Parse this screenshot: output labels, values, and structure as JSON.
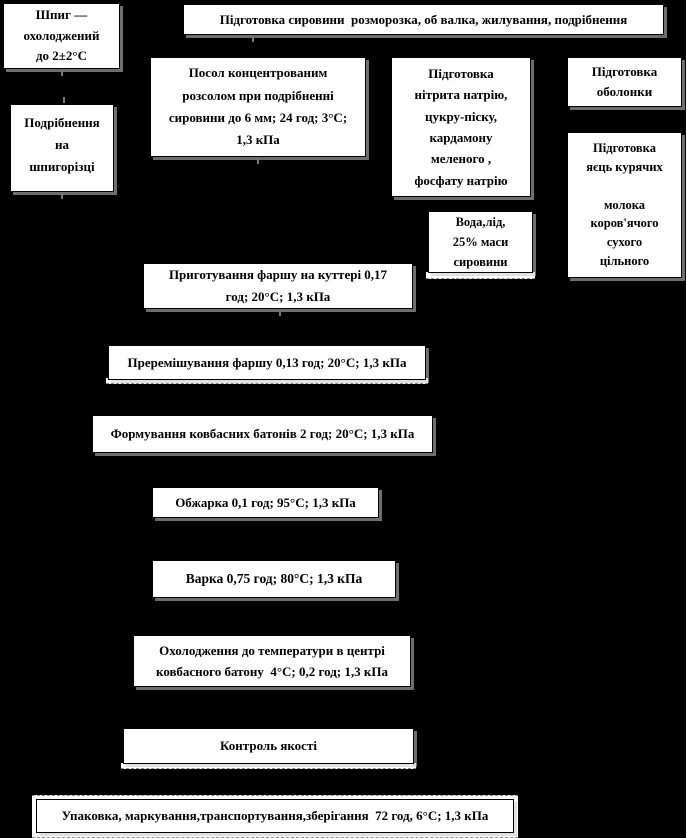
{
  "colors": {
    "background": "#000000",
    "box_fill": "#ffffff",
    "box_border": "#000000",
    "text": "#000000",
    "box_shadow": "#c8c8c8",
    "dashed_line": "#8a8a8a"
  },
  "diagram": {
    "type": "flowchart",
    "boxes": [
      {
        "id": "lard-cooled",
        "label": "Шпиг —\nохолоджений\nдо 2±2°С"
      },
      {
        "id": "lard-shredding",
        "label": "Подрібнення\nна\nшпигорізці"
      },
      {
        "id": "raw-prep",
        "label": "Підготовка сировини  розморозка, об валка, жилування, подрібнення"
      },
      {
        "id": "curing",
        "label": "Посол концентрованим\nрозсолом при подрібненні\nсировини до 6 мм; 24 год; 3°С;\n1,3 кПа"
      },
      {
        "id": "additives-prep",
        "label": "Підготовка\nнітрита натрію,\nцукру-піску,\nкардамону\nмеленого ,\nфосфату натрію"
      },
      {
        "id": "casings-prep",
        "label": "Підготовка\nоболонки"
      },
      {
        "id": "eggs-milk-prep",
        "label": "Підготовка\nяєць курячих\n\nмолока\nкоров'ячого\nсухого\nцільного"
      },
      {
        "id": "water-ice",
        "label": "Вода,лід,\n25% маси\nсировини"
      },
      {
        "id": "cutter-mincing",
        "label": "Приготування фаршу на куттері 0,17\nгод; 20°С; 1,3 кПа"
      },
      {
        "id": "mince-mixing",
        "label": "Преремішування фаршу 0,13 год; 20°С; 1,3 кПа"
      },
      {
        "id": "loaf-forming",
        "label": "Формування ковбасних батонів 2 год; 20°С; 1,3 кПа"
      },
      {
        "id": "roasting",
        "label": "Обжарка 0,1 год; 95°С; 1,3 кПа"
      },
      {
        "id": "cooking",
        "label": "Варка 0,75 год; 80°С; 1,3 кПа"
      },
      {
        "id": "cooling",
        "label": "Охолодження до температури в центрі\nковбасного батону  4°С; 0,2 год; 1,3 кПа"
      },
      {
        "id": "quality-control",
        "label": "Контроль якості"
      },
      {
        "id": "packaging-storage",
        "label": "Упаковка, маркування,транспортування,зберігання  72 год, 6°С; 1,3 кПа"
      }
    ]
  }
}
